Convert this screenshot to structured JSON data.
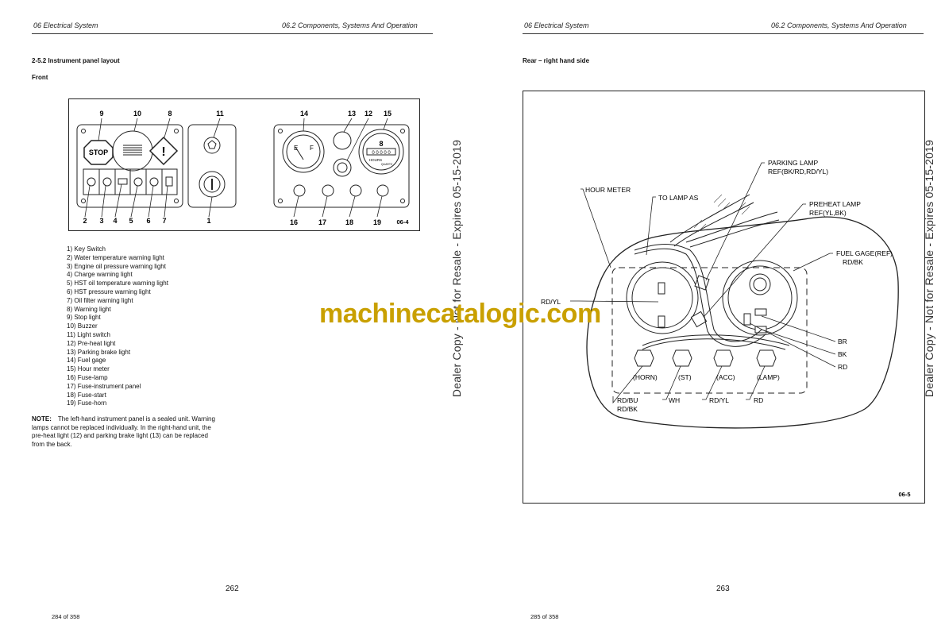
{
  "left_page": {
    "header_left": "06 Electrical System",
    "header_right": "06.2 Components, Systems And Operation",
    "section_title": "2-5.2 Instrument panel layout",
    "subtitle": "Front",
    "figure": {
      "callouts_top": [
        "9",
        "10",
        "8",
        "11",
        "14",
        "13",
        "12",
        "15"
      ],
      "callouts_bottom": [
        "2",
        "3",
        "4",
        "5",
        "6",
        "7",
        "1",
        "16",
        "17",
        "18",
        "19"
      ],
      "figure_id": "06-4",
      "stop_text": "STOP",
      "gauge_e": "E",
      "gauge_f": "F",
      "hour_digits": "0 0 0 0 0",
      "hours_text": "HOURS",
      "brand_text": "QUARTZ"
    },
    "legend": [
      "1) Key Switch",
      "2) Water temperature warning light",
      "3) Engine oil pressure warning light",
      "4) Charge warning light",
      "5) HST oil temperature warning light",
      "6) HST pressure warning light",
      "7) Oil filter warning light",
      "8) Warning light",
      "9) Stop light",
      "10) Buzzer",
      "11) Light switch",
      "12) Pre-heat light",
      "13) Parking brake light",
      "14) Fuel gage",
      "15) Hour meter",
      "16) Fuse-lamp",
      "17) Fuse-instrument panel",
      "18) Fuse-start",
      "19) Fuse-horn"
    ],
    "note_label": "NOTE:",
    "note_text": "The left-hand instrument panel is a sealed unit. Warning lamps cannot be replaced individually. In the right-hand unit, the pre-heat light (12) and parking brake light (13) can be replaced from the back.",
    "page_number": "262",
    "page_of": "284 of 358"
  },
  "right_page": {
    "header_left": "06 Electrical System",
    "header_right": "06.2 Components, Systems And Operation",
    "section_title": "Rear – right hand side",
    "figure": {
      "hour_meter": "HOUR METER",
      "to_lamp": "TO LAMP AS",
      "parking_lamp_1": "PARKING LAMP",
      "parking_lamp_2": "REF(BK/RD,RD/YL)",
      "preheat_1": "PREHEAT LAMP",
      "preheat_2": "REF(YL,BK)",
      "fuel_1": "FUEL GAGE(REF)",
      "fuel_2": "RD/BK",
      "rd_yl_left": "RD/YL",
      "br": "BR",
      "bk": "BK",
      "rd_right": "RD",
      "horn": "(HORN)",
      "st": "(ST)",
      "acc": "(ACC)",
      "lamp": "(LAMP)",
      "rd_bu": "RD/BU",
      "rd_bk": "RD/BK",
      "wh": "WH",
      "rd_yl_bottom": "RD/YL",
      "rd_bottom": "RD",
      "figure_id": "06-5"
    },
    "page_number": "263",
    "page_of": "285 of 358"
  },
  "stamp_text": "Dealer Copy - Not for Resale - Expires 05-15-2019",
  "watermark_text": "machinecatalogic.com",
  "colors": {
    "watermark": "#c9a000",
    "ink": "#111111"
  }
}
